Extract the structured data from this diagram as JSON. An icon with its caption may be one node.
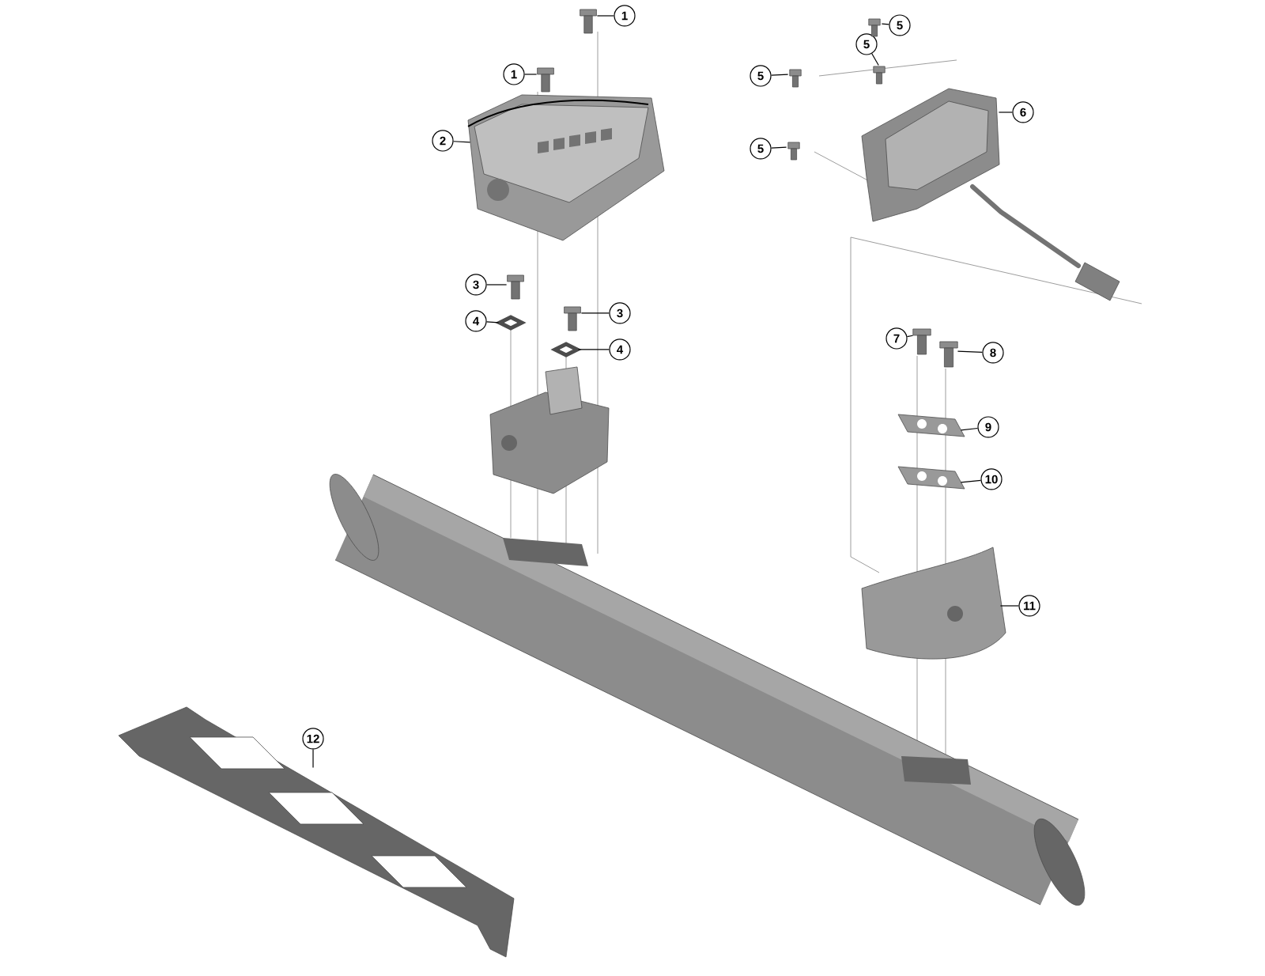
{
  "diagram": {
    "nodes": [
      {
        "text": [
          "1"
        ]
      },
      {
        "text": [
          "1"
        ]
      },
      {
        "text": [
          "2"
        ]
      },
      {
        "text": [
          "3"
        ]
      },
      {
        "text": [
          "4"
        ]
      },
      {
        "text": [
          "3"
        ]
      },
      {
        "text": [
          "4"
        ]
      },
      {
        "text": [
          "5"
        ]
      },
      {
        "text": [
          "5"
        ]
      },
      {
        "text": [
          "5"
        ]
      },
      {
        "text": [
          "5"
        ]
      },
      {
        "text": [
          "6"
        ]
      },
      {
        "text": [
          "7"
        ]
      },
      {
        "text": [
          "8"
        ]
      },
      {
        "text": [
          "9"
        ]
      },
      {
        "text": [
          "10"
        ]
      },
      {
        "text": [
          "11"
        ]
      },
      {
        "text": [
          "12"
        ]
      },
      {
        "text": [],
        "shape": "picture"
      },
      {
        "text": [],
        "shape": "picture"
      },
      {
        "text": [],
        "shape": "picture"
      },
      {
        "text": [],
        "shape": "picture"
      },
      {
        "text": [],
        "shape": "picture"
      },
      {
        "text": [],
        "shape": "picture"
      },
      {
        "text": [],
        "shape": "picture"
      },
      {
        "text": [],
        "shape": "picture"
      },
      {
        "text": [],
        "shape": "picture"
      },
      {
        "text": [],
        "shape": "picture"
      },
      {
        "text": [],
        "shape": "picture"
      },
      {
        "text": [],
        "shape": "picture"
      },
      {
        "text": [],
        "shape": "picture"
      },
      {
        "text": [],
        "shape": "picture"
      },
      {
        "text": [],
        "shape": "picture"
      },
      {
        "text": [],
        "shape": "picture"
      },
      {
        "text": [],
        "shape": "picture"
      },
      {
        "text": [],
        "shape": "picture"
      }
    ],
    "edges": [
      {
        "from": 0,
        "to": 18,
        "arrow": "none"
      },
      {
        "from": 1,
        "to": 19,
        "arrow": "none"
      },
      {
        "from": 2,
        "to": 20,
        "arrow": "none"
      },
      {
        "from": 3,
        "to": 21,
        "arrow": "none"
      },
      {
        "from": 4,
        "to": 22,
        "arrow": "none"
      },
      {
        "from": 5,
        "to": 23,
        "arrow": "none"
      },
      {
        "from": 6,
        "to": 24,
        "arrow": "none"
      },
      {
        "from": 7,
        "to": 25,
        "arrow": "none"
      },
      {
        "from": 8,
        "to": 26,
        "arrow": "none"
      },
      {
        "from": 9,
        "to": 27,
        "arrow": "none"
      },
      {
        "from": 10,
        "to": 28,
        "arrow": "none"
      },
      {
        "from": 11,
        "to": 29,
        "arrow": "none"
      },
      {
        "from": 12,
        "to": 30,
        "arrow": "none"
      },
      {
        "from": 13,
        "to": 31,
        "arrow": "none"
      },
      {
        "from": 14,
        "to": 32,
        "arrow": "none"
      },
      {
        "from": 15,
        "to": 33,
        "arrow": "none"
      },
      {
        "from": 16,
        "to": 34,
        "arrow": "none"
      },
      {
        "from": 17,
        "to": 35,
        "arrow": "none"
      }
    ]
  }
}
